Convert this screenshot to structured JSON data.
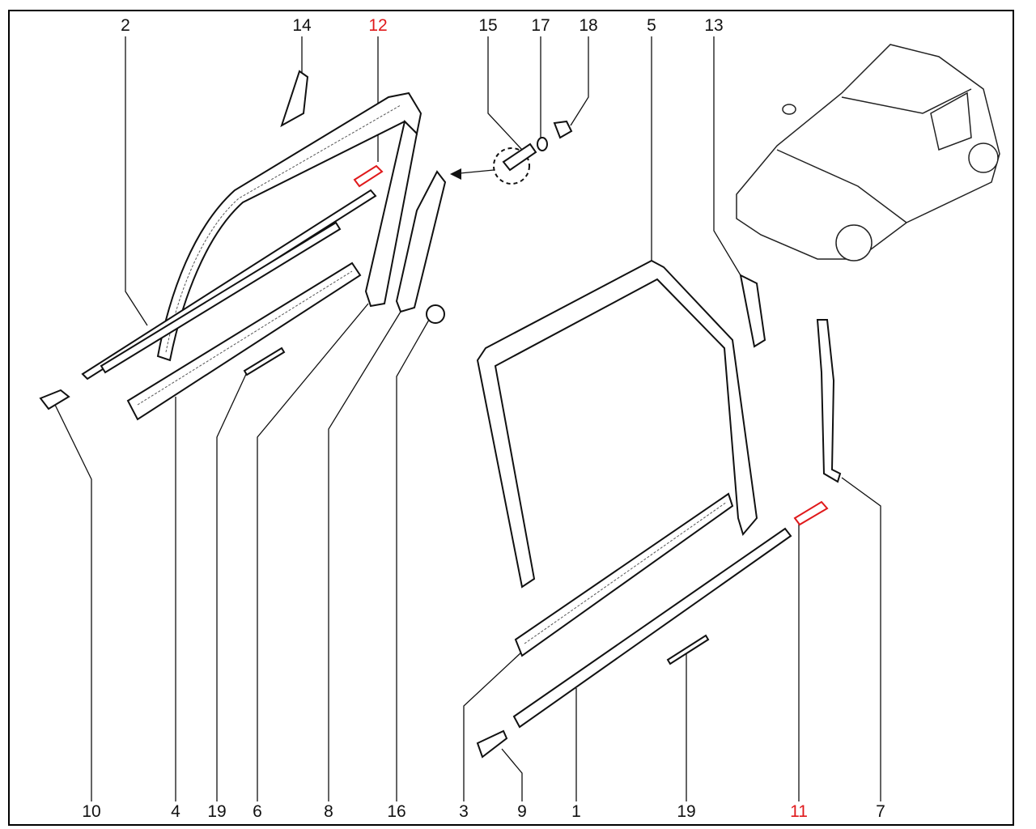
{
  "callouts_top": [
    {
      "label": "2",
      "color": "#111111"
    },
    {
      "label": "14",
      "color": "#111111"
    },
    {
      "label": "12",
      "color": "#e0191b"
    },
    {
      "label": "15",
      "color": "#111111"
    },
    {
      "label": "17",
      "color": "#111111"
    },
    {
      "label": "18",
      "color": "#111111"
    },
    {
      "label": "5",
      "color": "#111111"
    },
    {
      "label": "13",
      "color": "#111111"
    }
  ],
  "callouts_bottom": [
    {
      "label": "10",
      "color": "#111111"
    },
    {
      "label": "4",
      "color": "#111111"
    },
    {
      "label": "19",
      "color": "#111111"
    },
    {
      "label": "6",
      "color": "#111111"
    },
    {
      "label": "8",
      "color": "#111111"
    },
    {
      "label": "16",
      "color": "#111111"
    },
    {
      "label": "3",
      "color": "#111111"
    },
    {
      "label": "9",
      "color": "#111111"
    },
    {
      "label": "1",
      "color": "#111111"
    },
    {
      "label": "19",
      "color": "#111111"
    },
    {
      "label": "11",
      "color": "#e0191b"
    },
    {
      "label": "7",
      "color": "#111111"
    }
  ]
}
